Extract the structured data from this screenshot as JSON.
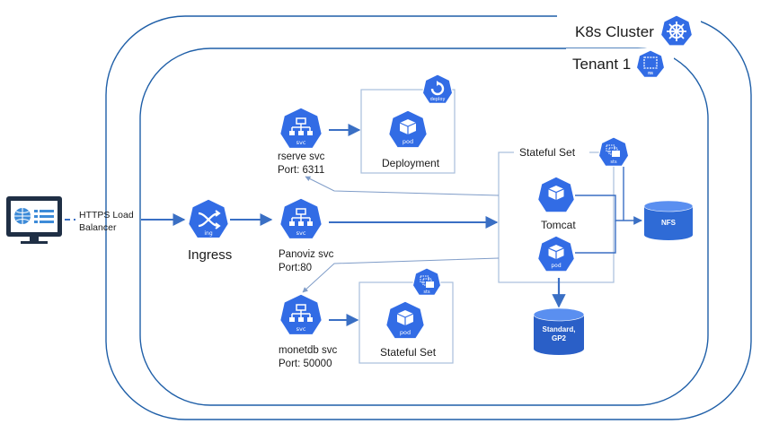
{
  "cluster": {
    "label": "K8s Cluster",
    "icon": "helm-wheel-icon"
  },
  "tenant": {
    "label": "Tenant 1",
    "icon": "namespace-icon",
    "icon_text": "ns"
  },
  "client": {
    "icon": "monitor-globe-icon"
  },
  "load_balancer": {
    "label_line1": "HTTPS Load",
    "label_line2": "Balancer"
  },
  "ingress": {
    "label": "Ingress",
    "icon_text": "ing"
  },
  "rserve": {
    "line1": "rserve svc",
    "line2": "Port: 6311",
    "icon_text": "svc"
  },
  "panoviz": {
    "line1": "Panoviz svc",
    "line2": "Port:80",
    "icon_text": "svc"
  },
  "monetdb": {
    "line1": "monetdb svc",
    "line2": "Port: 50000",
    "icon_text": "svc"
  },
  "deployment_box": {
    "label": "Deployment",
    "pod_text": "pod",
    "badge_text": "deploy"
  },
  "statefulset_small": {
    "label": "Stateful Set",
    "pod_text": "pod",
    "badge_text": "sts"
  },
  "statefulset_main": {
    "label": "Stateful Set",
    "badge_text": "sts",
    "pod_label": "Tomcat",
    "pod_text": "pod"
  },
  "nfs": {
    "label": "NFS"
  },
  "storage": {
    "line1": "Standard,",
    "line2": "GP2"
  },
  "colors": {
    "k8s_blue": "#326ce5",
    "line": "#3a6fc4",
    "box": "#a8bfdc",
    "ring": "#1f5fa8"
  }
}
